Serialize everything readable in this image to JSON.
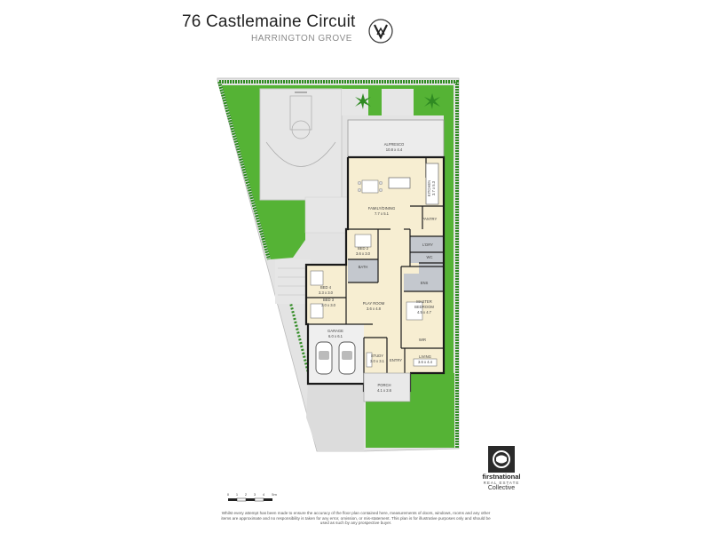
{
  "header": {
    "title": "76 Castlemaine Circuit",
    "subtitle": "HARRINGTON GROVE"
  },
  "rooms": {
    "alfresco": {
      "name": "ALFRESCO",
      "size": "10.8 x 4.4"
    },
    "kitchen": {
      "name": "KITCHEN",
      "size": "3.7 x 5.3"
    },
    "family_dining": {
      "name": "FAMILY/DINING",
      "size": "7.7 x 5.1"
    },
    "pantry": {
      "name": "PANTRY"
    },
    "bed2": {
      "name": "BED 2",
      "size": "3.6 x 3.0"
    },
    "ldry": {
      "name": "L'DRY"
    },
    "wc": {
      "name": "WC"
    },
    "bath": {
      "name": "BATH"
    },
    "ens": {
      "name": "ENS"
    },
    "bed4": {
      "name": "BED 4",
      "size": "3.3 x 3.0"
    },
    "bed3": {
      "name": "BED 3",
      "size": "3.0 x 3.0"
    },
    "play_room": {
      "name": "PLAY ROOM",
      "size": "3.6 x 4.8"
    },
    "master": {
      "name": "MASTER",
      "name2": "BEDROOM",
      "size": "4.5 x 4.7"
    },
    "wir": {
      "name": "WIR"
    },
    "garage": {
      "name": "GARAGE",
      "size": "6.0 x 6.1"
    },
    "study": {
      "name": "STUDY",
      "size": "3.0 x 3.1"
    },
    "entry": {
      "name": "ENTRY"
    },
    "living": {
      "name": "LIVING",
      "size": "3.6 x 4.4"
    },
    "porch": {
      "name": "PORCH",
      "size": "4.1 x 2.6"
    }
  },
  "scale": {
    "ticks": [
      "0",
      "1",
      "2",
      "3",
      "4",
      "5m"
    ]
  },
  "disclaimer": "Whilst every attempt has been made to ensure the accuracy of the floor plan contained here, measurements of doors, windows, rooms and any other items are approximate and no responsibility is taken for any error, omission, or mis-statement. This plan is for illustrative purposes only and should be used as such by any prospective buyer.",
  "logo": {
    "brand": "firstnational",
    "sub": "REAL ESTATE",
    "collective": "Collective"
  },
  "colors": {
    "lawn": "#55b335",
    "hedge": "#2f8a22",
    "paving": "#e6e6e6",
    "floor": "#f7eed2",
    "wet_area": "#c4c8ce",
    "wall": "#1a1a1a",
    "driveway": "#dcdcdc"
  },
  "icons": {
    "compass": "north-arrow-icon",
    "logo": "first-national-logo-icon"
  }
}
